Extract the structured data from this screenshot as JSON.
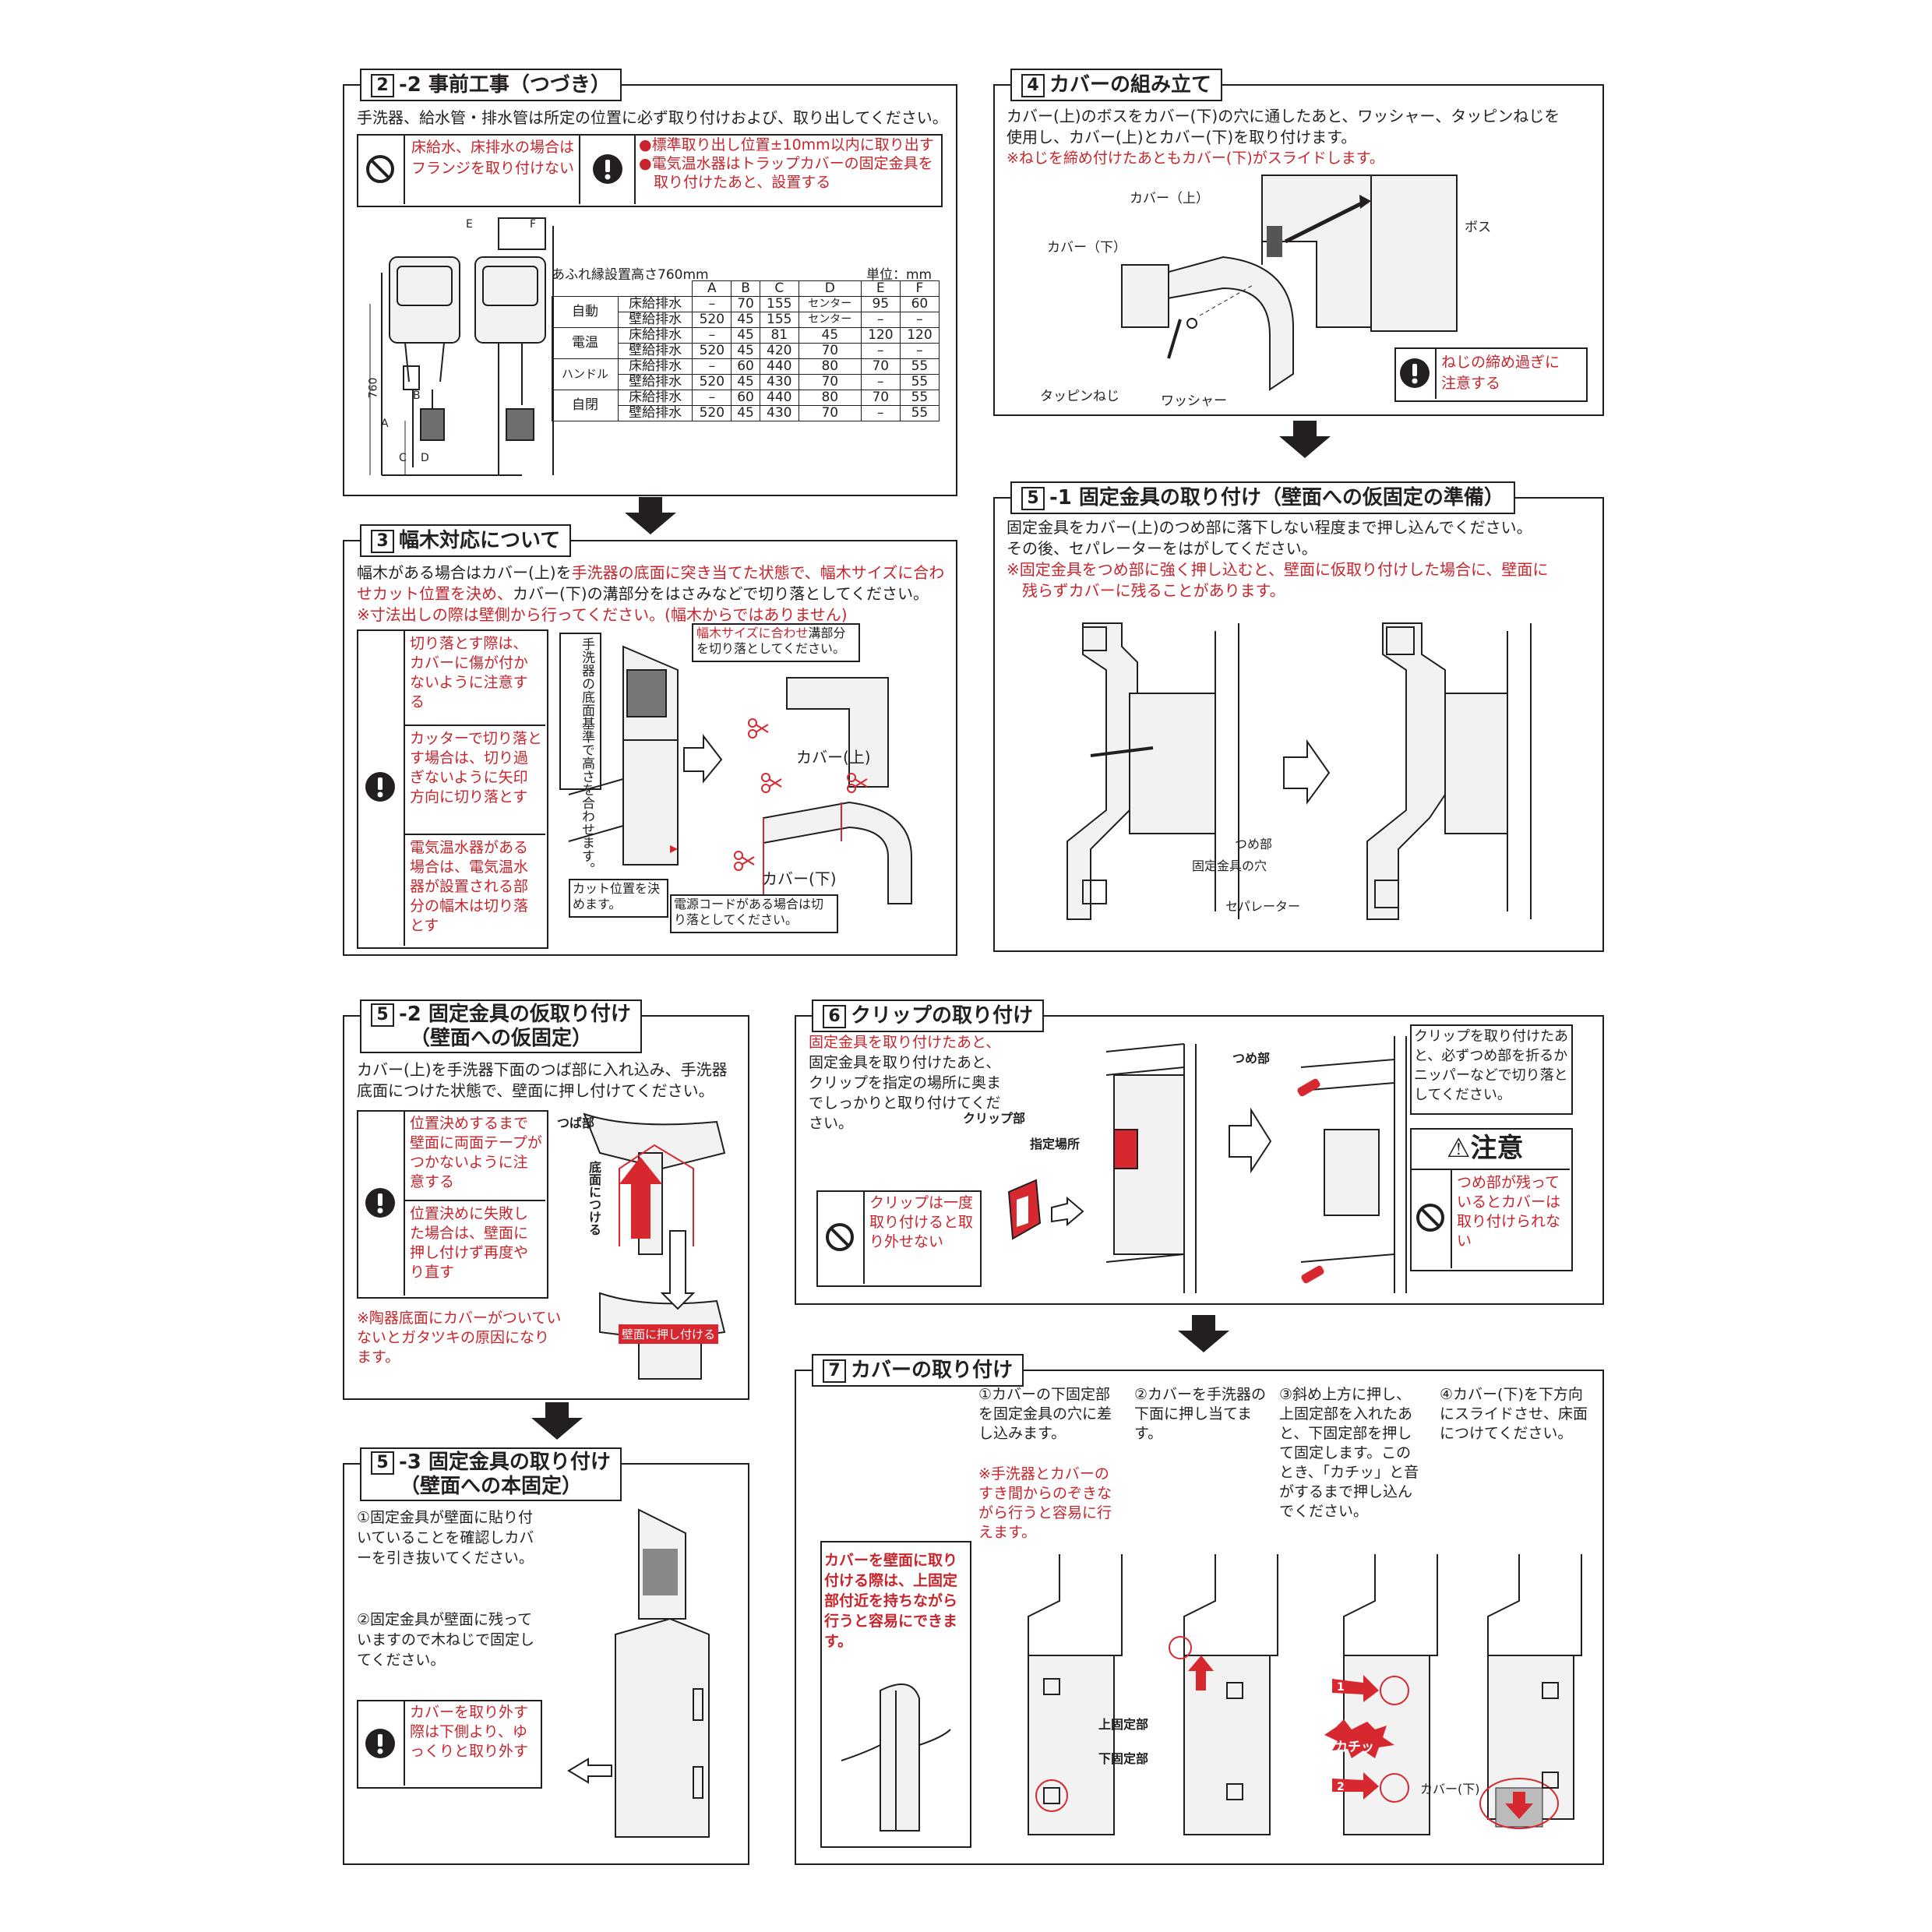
{
  "colors": {
    "accent_red": "#c8242b",
    "text": "#231f20"
  },
  "s22": {
    "num": "2",
    "title": "-2 事前工事（つづき）",
    "intro": "手洗器、給水管・排水管は所定の位置に必ず取り付けおよび、取り出してください。",
    "prohibit": "床給水、床排水の場合は\nフランジを取り付けない",
    "caution": "●標準取り出し位置±10mm以内に取り出す\n●電気温水器はトラップカバーの固定金具を\n　取り付けたあと、設置する",
    "table_title": "あふれ縁設置高さ760mm",
    "unit": "単位：mm",
    "headers": [
      "A",
      "B",
      "C",
      "D",
      "E",
      "F"
    ],
    "rows": [
      {
        "group": "自動",
        "type": "床給排水",
        "vals": [
          "–",
          "70",
          "155",
          "センター",
          "95",
          "60"
        ]
      },
      {
        "group": "",
        "type": "壁給排水",
        "vals": [
          "520",
          "45",
          "155",
          "センター",
          "–",
          "–"
        ]
      },
      {
        "group": "電温",
        "type": "床給排水",
        "vals": [
          "–",
          "45",
          "81",
          "45",
          "120",
          "120"
        ]
      },
      {
        "group": "",
        "type": "壁給排水",
        "vals": [
          "520",
          "45",
          "420",
          "70",
          "–",
          "–"
        ]
      },
      {
        "group": "ハンドル",
        "type": "床給排水",
        "vals": [
          "–",
          "60",
          "440",
          "80",
          "70",
          "55"
        ]
      },
      {
        "group": "",
        "type": "壁給排水",
        "vals": [
          "520",
          "45",
          "430",
          "70",
          "–",
          "55"
        ]
      },
      {
        "group": "自閉",
        "type": "床給排水",
        "vals": [
          "–",
          "60",
          "440",
          "80",
          "70",
          "55"
        ]
      },
      {
        "group": "",
        "type": "壁給排水",
        "vals": [
          "520",
          "45",
          "430",
          "70",
          "–",
          "55"
        ]
      }
    ],
    "dim_labels": {
      "h": "760",
      "a": "A",
      "b": "B",
      "c": "C",
      "d": "D",
      "e": "E",
      "f": "F"
    }
  },
  "s3": {
    "num": "3",
    "title": "幅木対応について",
    "intro1a": "幅木がある場合はカバー(上)を",
    "intro1b": "手洗器の底面に突き当てた状態で、幅木サイズに合わ",
    "intro2a": "せカット位置を決め、",
    "intro2b": "カバー(下)の溝部分をはさみなどで切り落としてください。",
    "intro3": "※寸法出しの際は壁側から行ってください。(幅木からではありません)",
    "notes": [
      "切り落とす際は、カバーに傷が付かないように注意する",
      "カッターで切り落とす場合は、切り過ぎないように矢印方向に切り落とす",
      "電気温水器がある場合は、電気温水器が設置される部分の幅木は切り落とす"
    ],
    "vert_note": "手洗器の底面基準で高さを合わせます。",
    "cut_note_red": "幅木サイズに合わせ",
    "cut_note": "溝部分を切り落としてください。",
    "cover_up": "カバー(上)",
    "cover_down": "カバー(下)",
    "cut_pos": "カット位置を決めます。",
    "power_note": "電源コードがある場合は切り落としてください。"
  },
  "s4": {
    "num": "4",
    "title": "カバーの組み立て",
    "intro1": "カバー(上)のボスをカバー(下)の穴に通したあと、ワッシャー、タッピンねじを",
    "intro2": "使用し、カバー(上)とカバー(下)を取り付けます。",
    "intro3": "※ねじを締め付けたあともカバー(下)がスライドします。",
    "labels": {
      "cover_up": "カバー（上）",
      "cover_down": "カバー（下）",
      "boss": "ボス",
      "screw": "タッピンねじ",
      "washer": "ワッシャー"
    },
    "caution": "ねじの締め過ぎに\n注意する"
  },
  "s51": {
    "num": "5",
    "title": "-1 固定金具の取り付け（壁面への仮固定の準備）",
    "intro1": "固定金具をカバー(上)のつめ部に落下しない程度まで押し込んでください。",
    "intro2": "その後、セパレーターをはがしてください。",
    "intro3": "※固定金具をつめ部に強く押し込むと、壁面に仮取り付けした場合に、壁面に",
    "intro4": "　残らずカバーに残ることがあります。",
    "labels": {
      "claw": "つめ部",
      "hole": "固定金具の穴",
      "separator": "セパレーター"
    }
  },
  "s52": {
    "num": "5",
    "title": "-2 固定金具の仮取り付け",
    "title2": "（壁面への仮固定）",
    "intro1": "カバー(上)を手洗器下面のつば部に入れ込み、手洗器",
    "intro2": "底面につけた状態で、壁面に押し付けてください。",
    "notes": [
      "位置決めするまで壁面に両面テープがつかないように注意する",
      "位置決めに失敗した場合は、壁面に押し付けず再度やり直す"
    ],
    "warn": "※陶器底面にカバーがついていないとガタツキの原因になります。",
    "labels": {
      "flange": "つば部",
      "bottom": "底面につける",
      "push": "壁面に押し付ける"
    }
  },
  "s53": {
    "num": "5",
    "title": "-3 固定金具の取り付け",
    "title2": "（壁面への本固定）",
    "steps": [
      "①固定金具が壁面に貼り付いていることを確認しカバーを引き抜いてください。",
      "②固定金具が壁面に残っていますので木ねじで固定してください。"
    ],
    "caution": "カバーを取り外す際は下側より、ゆっくりと取り外す"
  },
  "s6": {
    "num": "6",
    "title": "クリップの取り付け",
    "intro": "固定金具を取り付けたあと、クリップを指定の場所に奥までしっかりと取り付けてください。",
    "intro_red": "固定金具を取り付けたあと、",
    "prohibit": "クリップは一度取り付けると取り外せない",
    "labels": {
      "clip": "クリップ部",
      "spot": "指定場所",
      "claw": "つめ部"
    },
    "note": "クリップを取り付けたあと、必ずつめ部を折るかニッパーなどで切り落としてください。",
    "caution_title": "注意",
    "caution": "つめ部が残っているとカバーは取り付けられない"
  },
  "s7": {
    "num": "7",
    "title": "カバーの取り付け",
    "side_note": "カバーを壁面に取り付ける際は、上固定部付近を持ちながら行うと容易にできます。",
    "steps": [
      "①カバーの下固定部を固定金具の穴に差し込みます。",
      "②カバーを手洗器の下面に押し当てます。",
      "③斜め上方に押し、上固定部を入れたあと、下固定部を押して固定します。このとき、「カチッ」と音がするまで押し込んでください。",
      "④カバー(下)を下方向にスライドさせ、床面につけてください。"
    ],
    "step1_red": "※手洗器とカバーのすき間からのぞきながら行うと容易に行えます。",
    "labels": {
      "upper": "上固定部",
      "lower": "下固定部",
      "click": "カチッ",
      "cover_down": "カバー(下)",
      "n1": "1",
      "n2": "2"
    }
  }
}
